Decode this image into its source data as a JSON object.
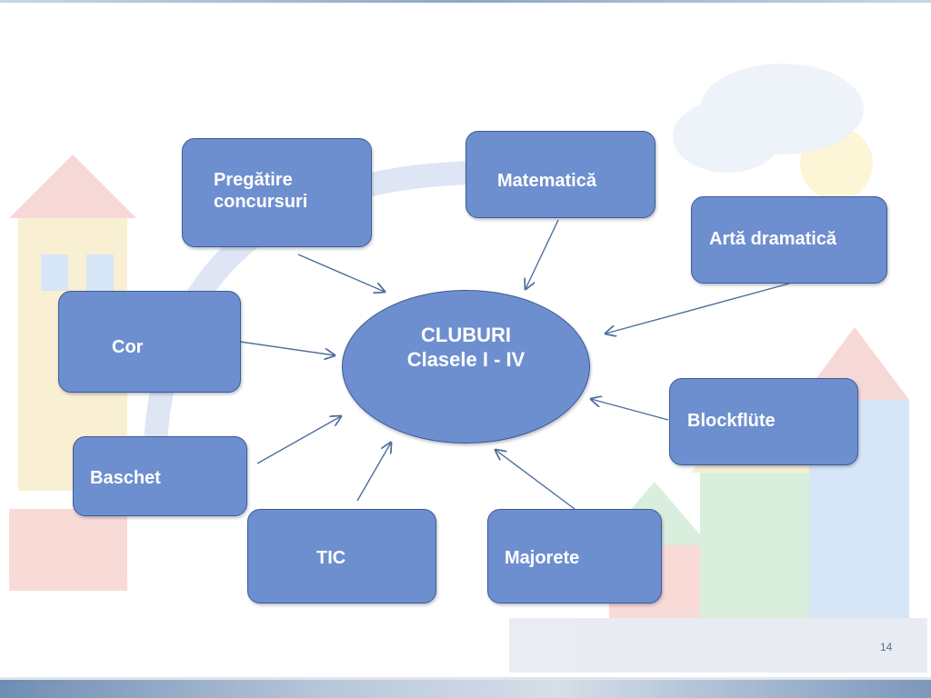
{
  "diagram": {
    "center": {
      "line1": "CLUBURI",
      "line2": "Clasele I - IV"
    },
    "clubs": [
      {
        "id": "pregatire",
        "label": "Pregătire\nconcursuri"
      },
      {
        "id": "matematica",
        "label": "Matematică"
      },
      {
        "id": "arta",
        "label": "Artă dramatică"
      },
      {
        "id": "cor",
        "label": "Cor"
      },
      {
        "id": "blockflute",
        "label": "Blockflüte"
      },
      {
        "id": "baschet",
        "label": "Baschet"
      },
      {
        "id": "tic",
        "label": "TIC"
      },
      {
        "id": "majorete",
        "label": "Majorete"
      }
    ]
  },
  "slide": {
    "page_number": "14"
  },
  "colors": {
    "node_fill": "#6e8fcf",
    "node_border": "#3d5b94",
    "arrow": "#4f6e9c",
    "text": "#ffffff"
  }
}
